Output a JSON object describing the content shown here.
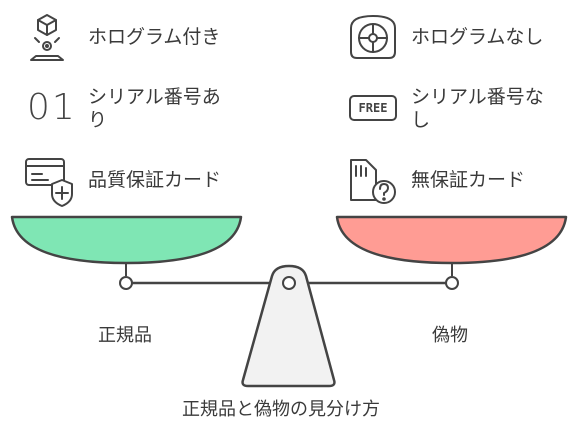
{
  "title": "正規品と偽物の見分け方",
  "left": {
    "label": "正規品",
    "features": [
      {
        "icon": "hologram-icon",
        "text": "ホログラム付き"
      },
      {
        "icon": "serial-number-icon",
        "text": "シリアル番号あ\nり",
        "glyph": "01"
      },
      {
        "icon": "warranty-card-icon",
        "text": "品質保証カード"
      }
    ]
  },
  "right": {
    "label": "偽物",
    "features": [
      {
        "icon": "no-hologram-icon",
        "text": "ホログラムなし"
      },
      {
        "icon": "free-tag-icon",
        "text": "シリアル番号な\nし",
        "glyph": "FREE"
      },
      {
        "icon": "unknown-card-icon",
        "text": "無保証カード"
      }
    ]
  },
  "colors": {
    "left_pan": "#7fe6b4",
    "right_pan": "#ff9c94",
    "stroke": "#444444",
    "fulcrum": "#f2f2f2"
  }
}
